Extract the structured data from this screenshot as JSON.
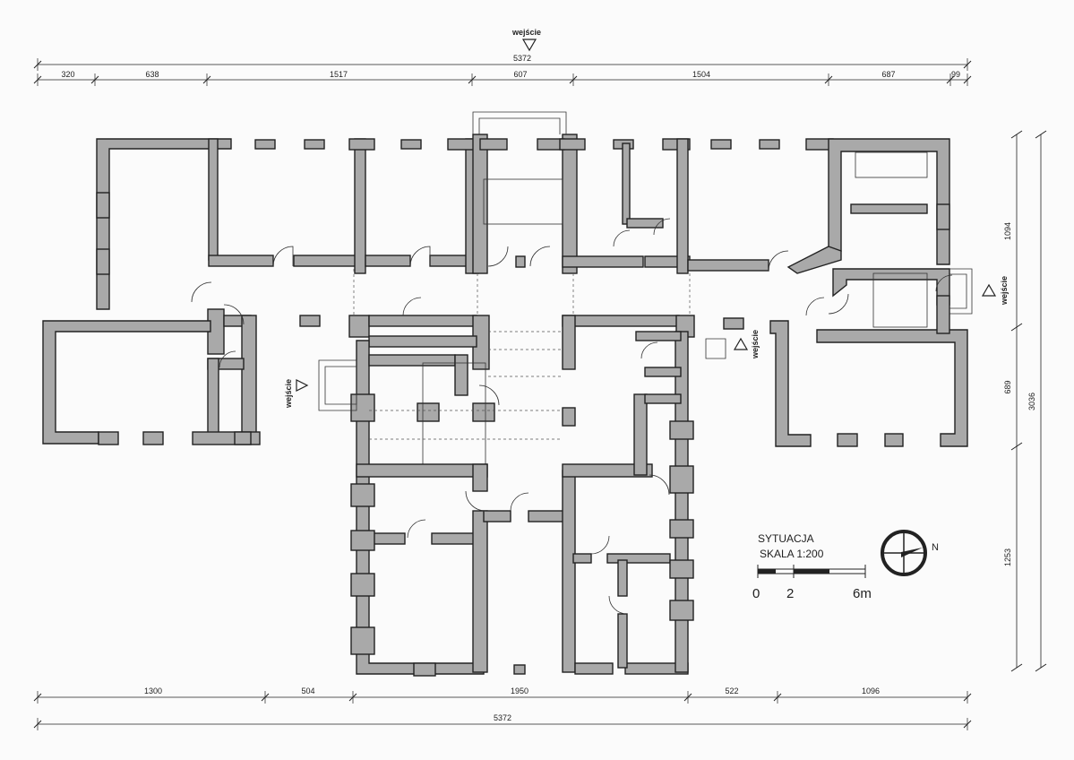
{
  "entrance_label": "wejście",
  "overall_width": "5372",
  "top_dims": [
    "320",
    "638",
    "1517",
    "607",
    "1504",
    "687",
    "99"
  ],
  "bottom_dims": [
    "1300",
    "504",
    "1950",
    "522",
    "1096"
  ],
  "right_dims": [
    "1094",
    "689",
    "1253"
  ],
  "right_total": "3036",
  "title": "SYTUACJA",
  "scale_text": "SKALA 1:200",
  "scale_bar_labels": [
    "0",
    "2",
    "6m"
  ],
  "north_label": "N"
}
